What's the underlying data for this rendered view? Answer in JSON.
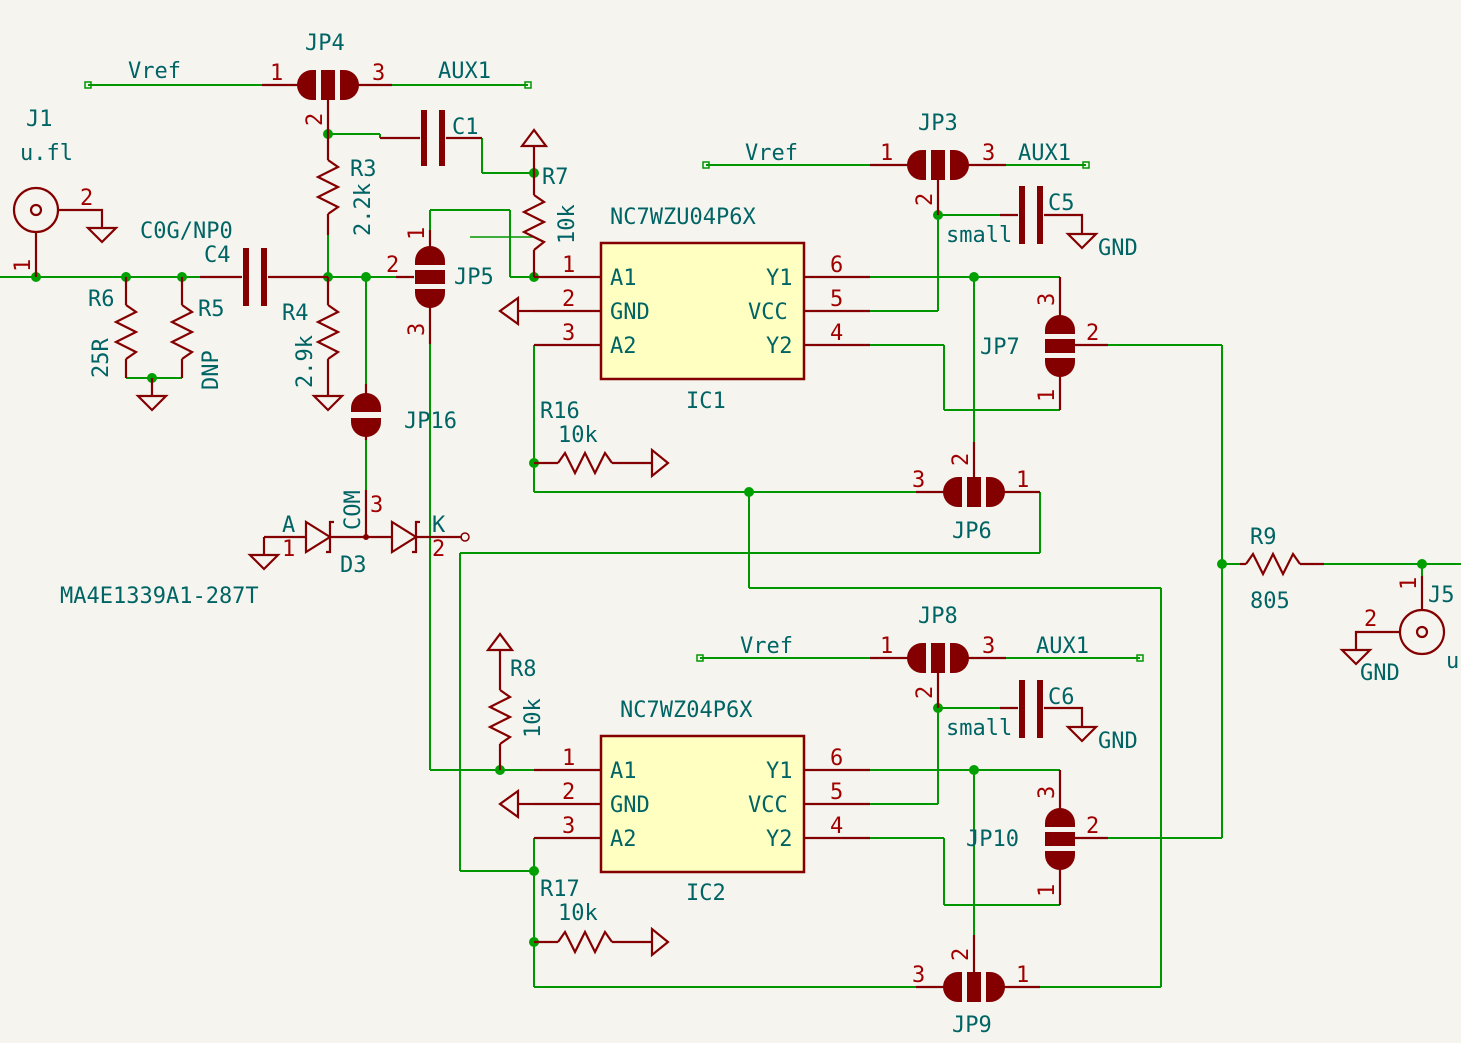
{
  "refs": {
    "j1": "J1",
    "j1_val": "u.fl",
    "jp4": "JP4",
    "jp3": "JP3",
    "jp5": "JP5",
    "jp6": "JP6",
    "jp7": "JP7",
    "jp8": "JP8",
    "jp9": "JP9",
    "jp10": "JP10",
    "jp16": "JP16",
    "c1": "C1",
    "c4": "C4",
    "c4_val": "C0G/NP0",
    "c5": "C5",
    "c5_val": "small",
    "c6": "C6",
    "c6_val": "small",
    "r3": "R3",
    "r3_val": "2.2k",
    "r4": "R4",
    "r4_val": "2.9k",
    "r5": "R5",
    "r5_val": "DNP",
    "r6": "R6",
    "r6_val": "25R",
    "r7": "R7",
    "r7_val": "10k",
    "r8": "R8",
    "r8_val": "10k",
    "r9": "R9",
    "r9_val": "805",
    "r16": "R16",
    "r16_val": "10k",
    "r17": "R17",
    "r17_val": "10k",
    "ic1": "IC1",
    "ic1_val": "NC7WZU04P6X",
    "ic2": "IC2",
    "ic2_val": "NC7WZ04P6X",
    "d3": "D3",
    "d3_val": "MA4E1339A1-287T",
    "d3_a": "A",
    "d3_k": "K",
    "d3_com": "COM",
    "j5": "J5",
    "j5_val": "u"
  },
  "nets": {
    "vref": "Vref",
    "aux1": "AUX1",
    "gnd": "GND"
  },
  "pins": {
    "a1": "A1",
    "gnd": "GND",
    "a2": "A2",
    "y1": "Y1",
    "vcc": "VCC",
    "y2": "Y2",
    "n1": "1",
    "n2": "2",
    "n3": "3",
    "n4": "4",
    "n5": "5",
    "n6": "6"
  }
}
